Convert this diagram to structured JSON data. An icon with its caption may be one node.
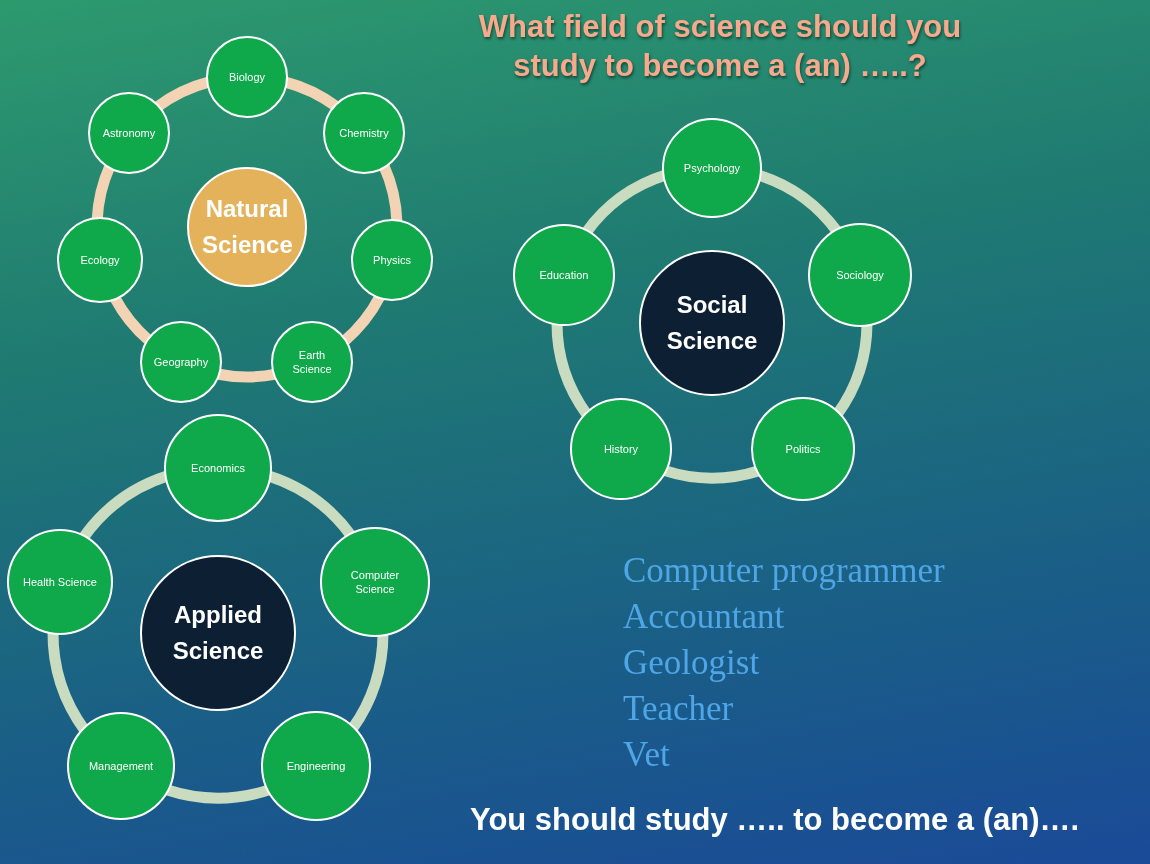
{
  "diagram": {
    "title": "What field of science should you study to become a (an) …..?",
    "nodes": [
      {
        "text": [
          "Natural Science"
        ]
      },
      {
        "text": [
          "Biology"
        ]
      },
      {
        "text": [
          "Chemistry"
        ]
      },
      {
        "text": [
          "Physics"
        ]
      },
      {
        "text": [
          "Earth Science"
        ]
      },
      {
        "text": [
          "Geography"
        ]
      },
      {
        "text": [
          "Ecology"
        ]
      },
      {
        "text": [
          "Astronomy"
        ]
      },
      {
        "text": [
          "Social Science"
        ]
      },
      {
        "text": [
          "Psychology"
        ]
      },
      {
        "text": [
          "Sociology"
        ]
      },
      {
        "text": [
          "Politics"
        ]
      },
      {
        "text": [
          "History"
        ]
      },
      {
        "text": [
          "Education"
        ]
      },
      {
        "text": [
          "Applied Science"
        ]
      },
      {
        "text": [
          "Economics"
        ]
      },
      {
        "text": [
          "Computer Science"
        ]
      },
      {
        "text": [
          "Engineering"
        ]
      },
      {
        "text": [
          "Management"
        ]
      },
      {
        "text": [
          "Health Science"
        ]
      }
    ],
    "edges": [
      {
        "from": 1,
        "to": 2,
        "arrow": "none",
        "color": "#f2d3b3"
      },
      {
        "from": 2,
        "to": 3,
        "arrow": "none",
        "color": "#f2d3b3"
      },
      {
        "from": 3,
        "to": 4,
        "arrow": "none",
        "color": "#f2d3b3"
      },
      {
        "from": 4,
        "to": 5,
        "arrow": "none",
        "color": "#f2d3b3"
      },
      {
        "from": 5,
        "to": 6,
        "arrow": "none",
        "color": "#f2d3b3"
      },
      {
        "from": 6,
        "to": 7,
        "arrow": "none",
        "color": "#f2d3b3"
      },
      {
        "from": 7,
        "to": 1,
        "arrow": "none",
        "color": "#f2d3b3"
      },
      {
        "from": 9,
        "to": 10,
        "arrow": "none"
      },
      {
        "from": 10,
        "to": 11,
        "arrow": "none"
      },
      {
        "from": 11,
        "to": 12,
        "arrow": "none"
      },
      {
        "from": 12,
        "to": 13,
        "arrow": "none"
      },
      {
        "from": 13,
        "to": 9,
        "arrow": "none"
      },
      {
        "from": 15,
        "to": 16,
        "arrow": "none"
      },
      {
        "from": 16,
        "to": 17,
        "arrow": "none"
      },
      {
        "from": 17,
        "to": 18,
        "arrow": "none"
      },
      {
        "from": 18,
        "to": 19,
        "arrow": "none"
      },
      {
        "from": 19,
        "to": 15,
        "arrow": "none"
      }
    ],
    "labels": [
      "Computer programmer",
      "Accountant",
      "Geologist",
      "Teacher",
      "Vet",
      "You should study ….. to become a (an)…."
    ]
  }
}
